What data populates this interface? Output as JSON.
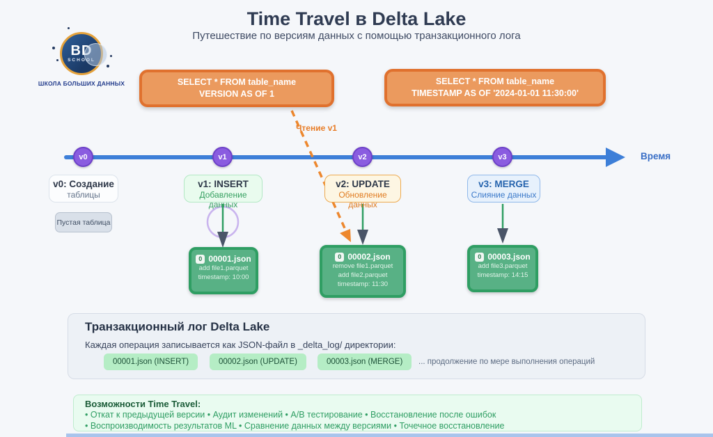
{
  "header": {
    "title": "Time Travel в Delta Lake",
    "subtitle": "Путешествие по версиям данных с помощью транзакционного лога"
  },
  "logo": {
    "line1": "BD",
    "line2": "SCHOOL",
    "caption": "ШКОЛА БОЛЬШИХ ДАННЫХ"
  },
  "queries": [
    {
      "line1": "SELECT * FROM table_name",
      "line2": "VERSION AS OF 1"
    },
    {
      "line1": "SELECT * FROM table_name",
      "line2": "TIMESTAMP AS OF '2024-01-01 11:30:00'"
    }
  ],
  "read_label": "Чтение v1",
  "timeline": {
    "axis_label": "Время",
    "nodes": [
      "v0",
      "v1",
      "v2",
      "v3"
    ]
  },
  "versions": [
    {
      "title": "v0: Создание",
      "subtitle": "таблицы"
    },
    {
      "title": "v1: INSERT",
      "subtitle": "Добавление данных"
    },
    {
      "title": "v2: UPDATE",
      "subtitle": "Обновление данных"
    },
    {
      "title": "v3: MERGE",
      "subtitle": "Слияние данных"
    }
  ],
  "empty_table_label": "Пустая таблица",
  "json_files": [
    {
      "icon": "0",
      "name": "00001.json",
      "lines": [
        "add file1.parquet",
        "timestamp: 10:00"
      ]
    },
    {
      "icon": "0",
      "name": "00002.json",
      "lines": [
        "remove file1.parquet",
        "add file2.parquet",
        "timestamp: 11:30"
      ]
    },
    {
      "icon": "0",
      "name": "00003.json",
      "lines": [
        "add file3.parquet",
        "timestamp: 14:15"
      ]
    }
  ],
  "log_panel": {
    "title": "Транзакционный лог Delta Lake",
    "description": "Каждая операция записывается как JSON-файл в _delta_log/ директории:",
    "chips": [
      "00001.json (INSERT)",
      "00002.json (UPDATE)",
      "00003.json (MERGE)"
    ],
    "more_text": "... продолжение по мере выполнения операций"
  },
  "features_panel": {
    "title": "Возможности Time Travel:",
    "line1": "• Откат к предыдущей версии • Аудит изменений • A/B тестирование • Восстановление после ошибок",
    "line2": "• Воспроизводимость результатов ML • Сравнение данных между версиями • Точечное восстановление"
  },
  "colors": {
    "background": "#f5f7fa",
    "timeline_blue": "#3d7fd8",
    "node_purple": "#8a5ce0",
    "query_orange": "#eb9a5e",
    "query_border": "#e0712e",
    "json_green": "#58b185",
    "json_border": "#2f9e63",
    "chip_green": "#b5edc5"
  }
}
